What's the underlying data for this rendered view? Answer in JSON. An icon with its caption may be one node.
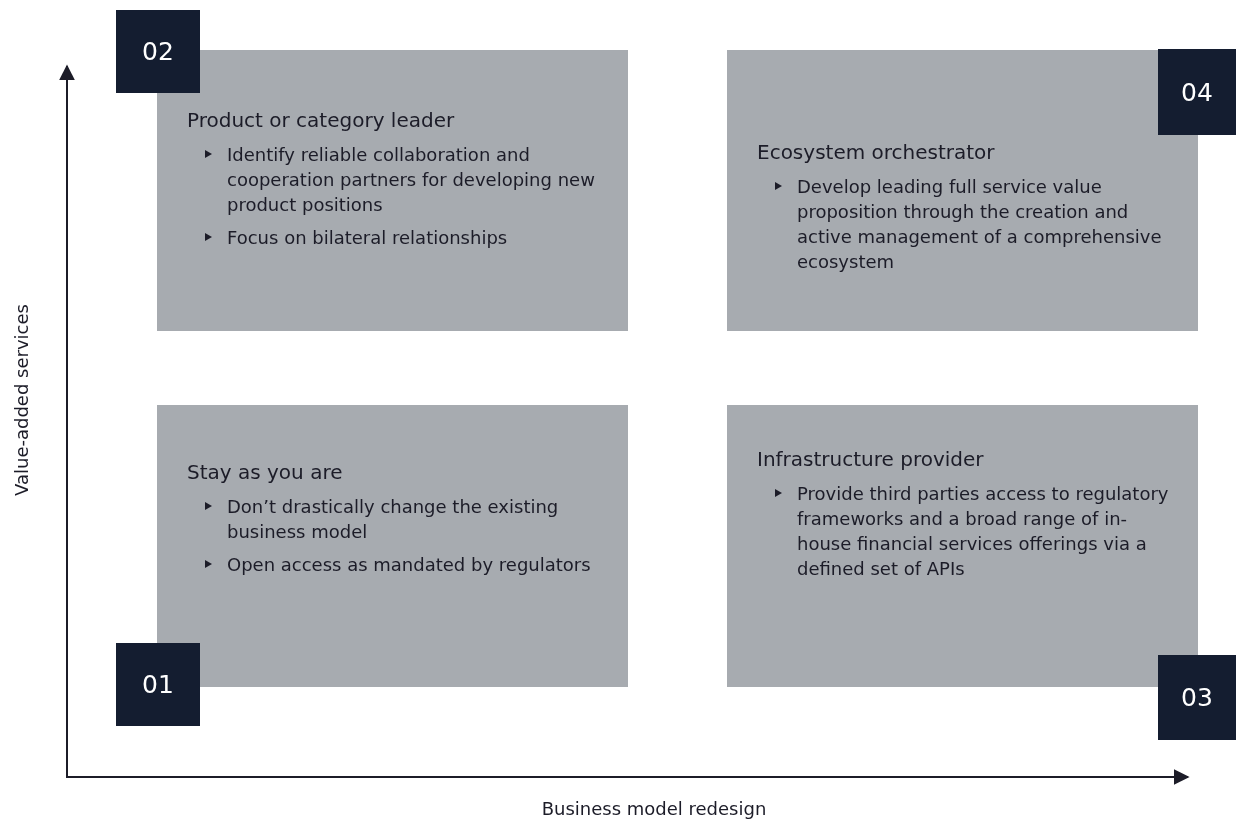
{
  "diagram": {
    "nodes": [
      {
        "text": [
          "02"
        ]
      },
      {
        "text": [
          "Product or category leader",
          "Identify reliable collaboration and cooperation partners for developing new product positions",
          "Focus on bilateral relationships"
        ]
      },
      {
        "text": [
          "Ecosystem orchestrator",
          "Develop leading full service value proposition through the creation and active management of a comprehensive ecosystem"
        ]
      },
      {
        "text": [
          "04"
        ]
      },
      {
        "text": [
          "Stay as you are",
          "Don’t drastically change the existing business model",
          "Open access as mandated by regulators"
        ]
      },
      {
        "text": [
          "Infrastructure provider",
          "Provide third parties access to regulatory frameworks and a broad range of in-house financial services offerings via a defined set of APIs"
        ]
      },
      {
        "text": [
          "01"
        ]
      },
      {
        "text": [
          "03"
        ]
      }
    ],
    "labels": [
      "Value-added services",
      "Business model redesign"
    ]
  }
}
